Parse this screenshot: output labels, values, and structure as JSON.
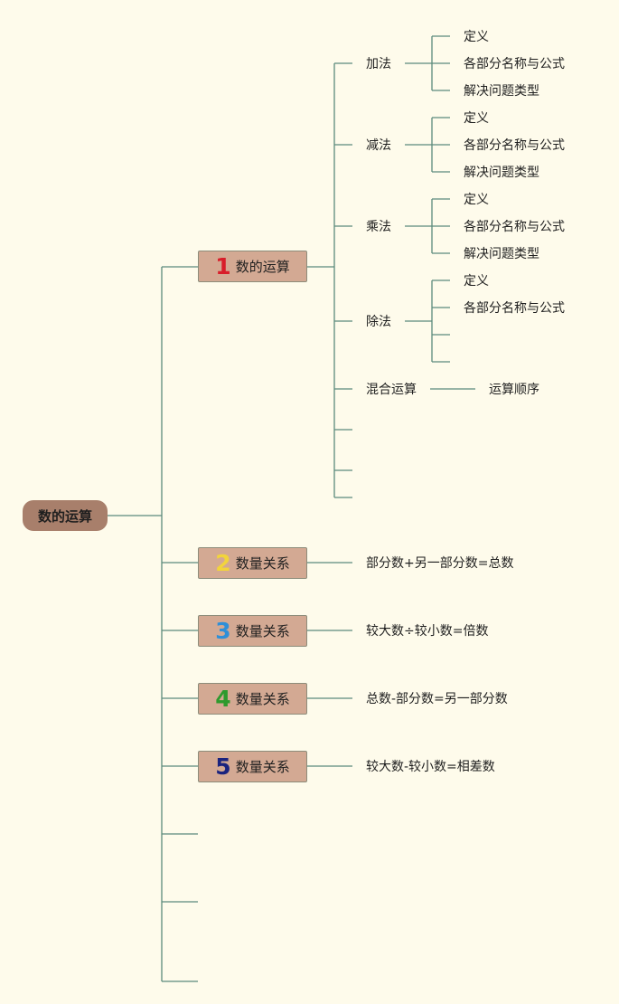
{
  "root": {
    "label": "数的运算"
  },
  "main_branches": [
    {
      "number": "1",
      "number_color": "#d81e2a",
      "label": "数的运算"
    },
    {
      "number": "2",
      "number_color": "#f2d43b",
      "label": "数量关系",
      "formula": "部分数+另一部分数=总数"
    },
    {
      "number": "3",
      "number_color": "#2e8fd8",
      "label": "数量关系",
      "formula": "较大数÷较小数=倍数"
    },
    {
      "number": "4",
      "number_color": "#2d9a2d",
      "label": "数量关系",
      "formula": "总数-部分数=另一部分数"
    },
    {
      "number": "5",
      "number_color": "#1a237e",
      "label": "数量关系",
      "formula": "较大数-较小数=相差数"
    }
  ],
  "operations": [
    {
      "label": "加法",
      "children": [
        "定义",
        "各部分名称与公式",
        "解决问题类型"
      ]
    },
    {
      "label": "减法",
      "children": [
        "定义",
        "各部分名称与公式",
        "解决问题类型"
      ]
    },
    {
      "label": "乘法",
      "children": [
        "定义",
        "各部分名称与公式",
        "解决问题类型"
      ]
    },
    {
      "label": "除法",
      "children": [
        "定义",
        "各部分名称与公式",
        "",
        ""
      ]
    },
    {
      "label": "混合运算",
      "children": [
        "运算顺序"
      ]
    }
  ],
  "colors": {
    "background": "#fefbeb",
    "line": "#5c8a7c",
    "root_fill": "#a87f6b",
    "box_fill": "#d3a993"
  }
}
